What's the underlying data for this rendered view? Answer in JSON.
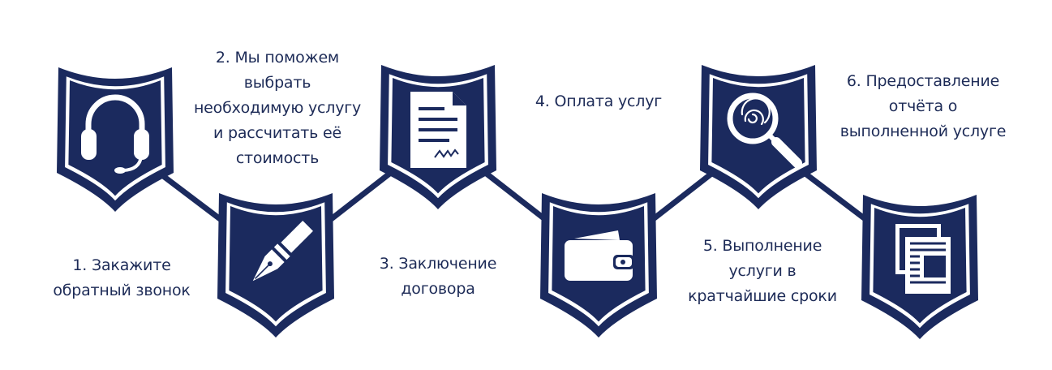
{
  "colors": {
    "primary": "#1b2a5e",
    "text": "#1d2b57",
    "background": "#ffffff"
  },
  "steps": [
    {
      "lines": [
        "1. Закажите",
        "обратный звонок"
      ],
      "icon": "headset-icon"
    },
    {
      "lines": [
        "2. Мы поможем",
        "выбрать",
        "необходимую услугу",
        "и рассчитать её",
        "стоимость"
      ],
      "icon": "fountain-pen-icon"
    },
    {
      "lines": [
        "3. Заключение",
        "договора"
      ],
      "icon": "contract-document-icon"
    },
    {
      "lines": [
        "4. Оплата услуг"
      ],
      "icon": "wallet-icon"
    },
    {
      "lines": [
        "5. Выполнение",
        "услуги в",
        "кратчайшие сроки"
      ],
      "icon": "fingerprint-magnifier-icon"
    },
    {
      "lines": [
        "6. Предоставление",
        "отчёта о",
        "выполненной услуге"
      ],
      "icon": "report-pages-icon"
    }
  ]
}
